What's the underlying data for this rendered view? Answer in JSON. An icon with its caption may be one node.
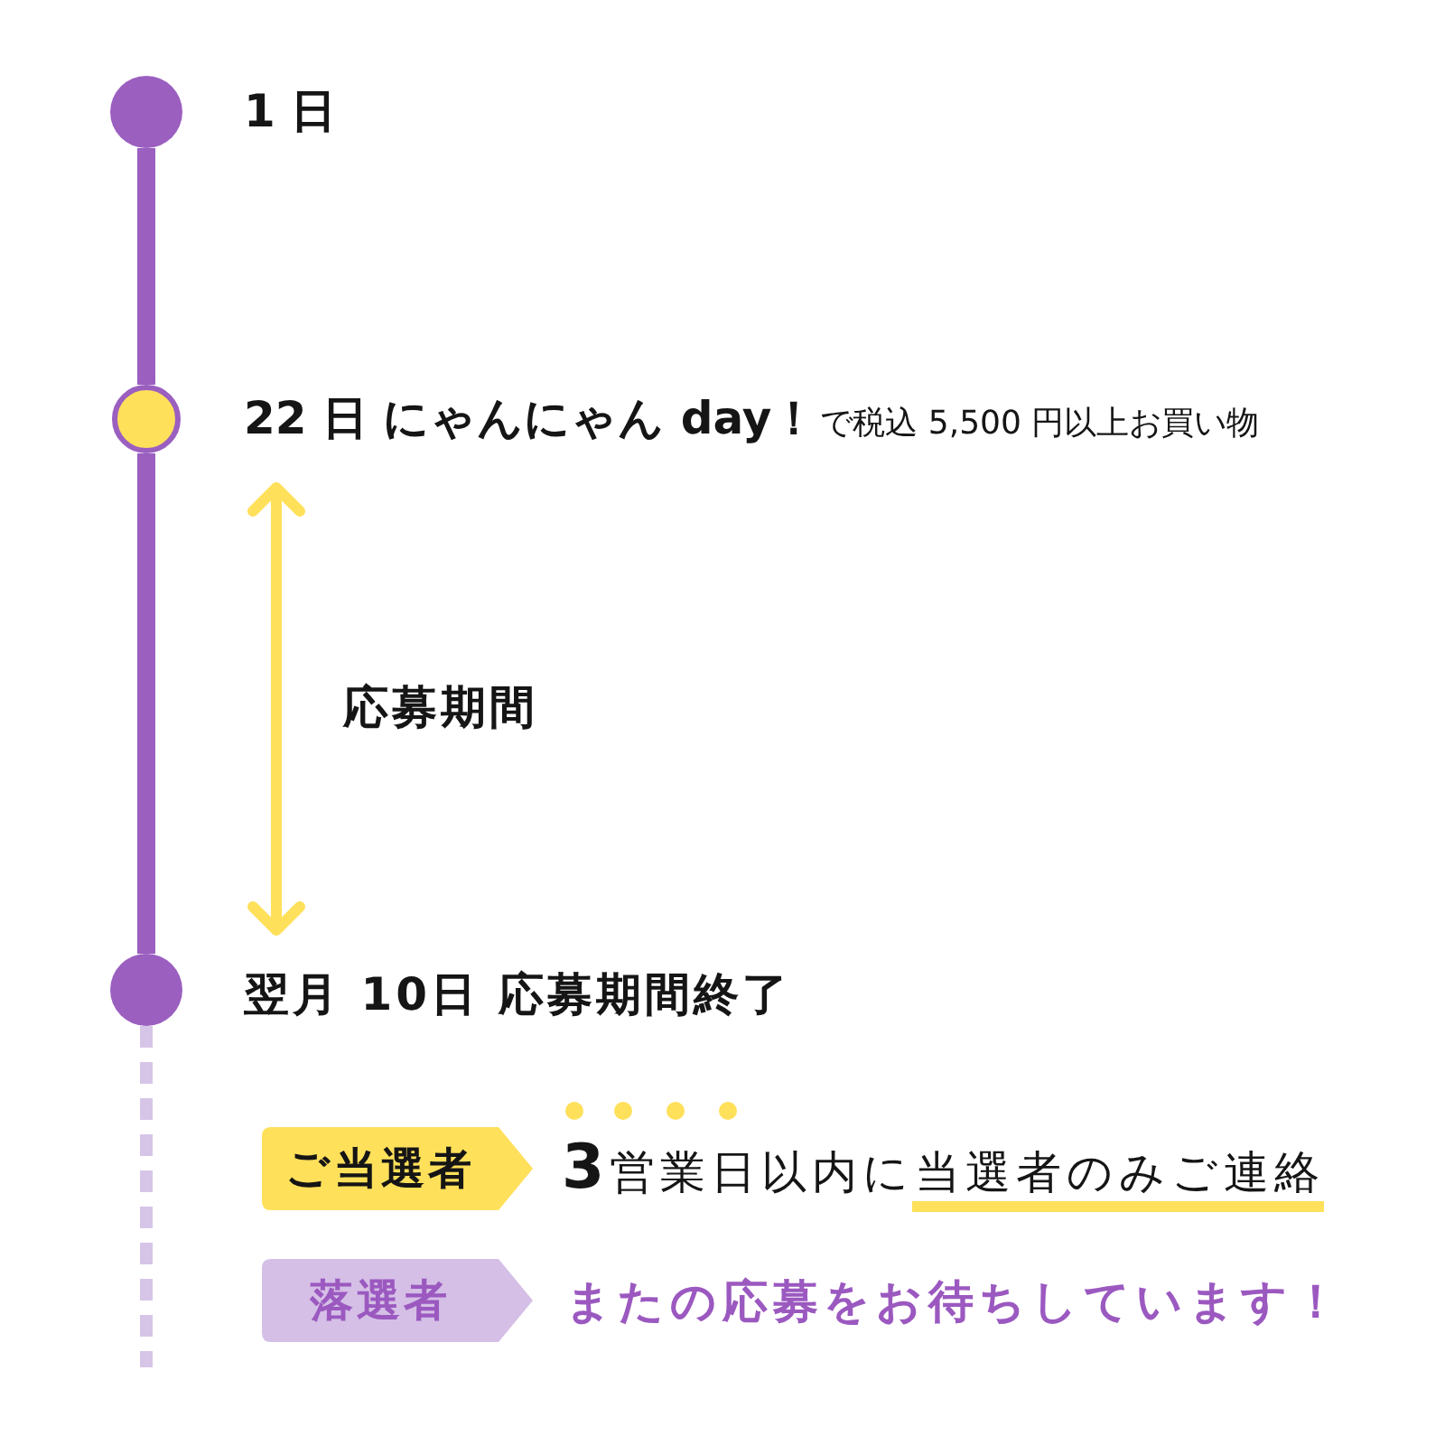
{
  "diagram": {
    "nodes": [
      {
        "text": [],
        "shape": "circle",
        "beside": [
          "1 日"
        ]
      },
      {
        "text": [],
        "shape": "circle",
        "beside": [
          "22 日 にゃんにゃん day！",
          "で税込 5,500 円以上お買い物"
        ]
      },
      {
        "text": [],
        "shape": "circle",
        "beside": [
          "翌月 10日 応募期間終了"
        ]
      },
      {
        "text": [
          "ご当選者"
        ],
        "beside": [
          "3営業日以内に当選者のみご連絡"
        ]
      },
      {
        "text": [
          "落選者"
        ],
        "beside": [
          "またの応募をお待ちしています！"
        ]
      }
    ],
    "edges": [
      {
        "from": 0,
        "to": 1,
        "arrow": "none"
      },
      {
        "from": 1,
        "to": 2,
        "arrow": "none"
      },
      {
        "from": 2,
        "to": null,
        "arrow": "none",
        "style": "dashed",
        "color": "#d7c5e8"
      }
    ],
    "labels": [
      "応募期間"
    ]
  }
}
